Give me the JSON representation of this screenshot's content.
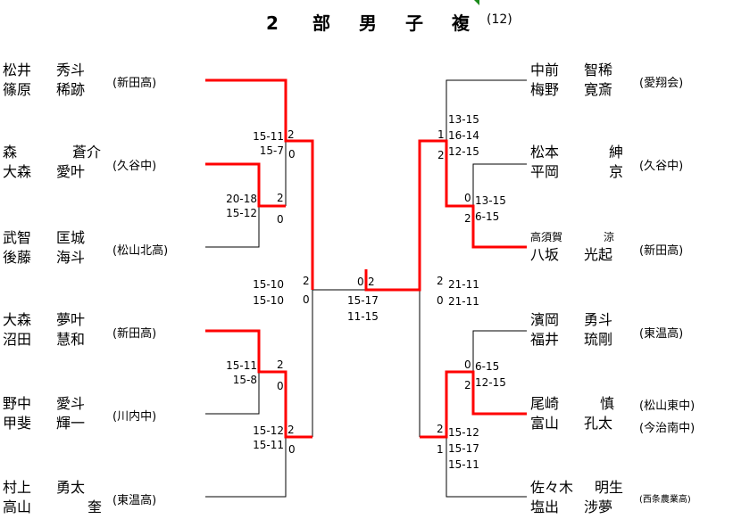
{
  "title": {
    "chars": [
      "2",
      "部",
      "男",
      "子",
      "複"
    ],
    "count": "(12)"
  },
  "colors": {
    "winner_line": "#ff0000",
    "line": "#000000",
    "marker": "#1a8a1a"
  },
  "left": [
    {
      "p1": [
        "松井",
        "秀斗"
      ],
      "p2": [
        "篠原",
        "稀跡"
      ],
      "school": "(新田高)"
    },
    {
      "p1": [
        "森",
        "蒼介"
      ],
      "p2": [
        "大森",
        "愛叶"
      ],
      "school": "(久谷中)"
    },
    {
      "p1": [
        "武智",
        "匡城"
      ],
      "p2": [
        "後藤",
        "海斗"
      ],
      "school": "(松山北高)"
    },
    {
      "p1": [
        "大森",
        "夢叶"
      ],
      "p2": [
        "沼田",
        "慧和"
      ],
      "school": "(新田高)"
    },
    {
      "p1": [
        "野中",
        "愛斗"
      ],
      "p2": [
        "甲斐",
        "輝一"
      ],
      "school": "(川内中)"
    },
    {
      "p1": [
        "村上",
        "勇太"
      ],
      "p2": [
        "高山",
        "奎"
      ],
      "school": "(東温高)"
    }
  ],
  "right": [
    {
      "p1": [
        "中前",
        "智稀"
      ],
      "p2": [
        "梅野",
        "寛斎"
      ],
      "school": "(愛翔会)"
    },
    {
      "p1": [
        "松本",
        "紳"
      ],
      "p2": [
        "平岡",
        "京"
      ],
      "school": "(久谷中)"
    },
    {
      "p1": [
        "高須賀",
        "涼"
      ],
      "p2": [
        "八坂",
        "光起"
      ],
      "school": "(新田高)"
    },
    {
      "p1": [
        "濱岡",
        "勇斗"
      ],
      "p2": [
        "福井",
        "琉剛"
      ],
      "school": "(東温高)"
    },
    {
      "p1": [
        "尾崎",
        "慎"
      ],
      "p2": [
        "富山",
        "孔太"
      ],
      "school1": "(松山東中)",
      "school2": "(今治南中)"
    },
    {
      "p1": [
        "佐々木",
        "明生"
      ],
      "p2": [
        "塩出",
        "涉夢"
      ],
      "school": "(西条農業高)"
    }
  ],
  "matches": {
    "L_r1a": {
      "scores": [
        "20-18",
        "15-12"
      ],
      "games": [
        "2",
        "0"
      ]
    },
    "L_r2a": {
      "scores": [
        "15-11",
        "15-7"
      ],
      "games": [
        "2",
        "0"
      ]
    },
    "L_r1b": {
      "scores": [
        "15-11",
        "15-8"
      ],
      "games": [
        "2",
        "0"
      ]
    },
    "L_r2b": {
      "scores": [
        "15-12",
        "15-11"
      ],
      "games": [
        "2",
        "0"
      ]
    },
    "L_semi": {
      "scores": [
        "15-10",
        "15-10"
      ],
      "games": [
        "2",
        "0"
      ]
    },
    "final": {
      "scores": [
        "15-17",
        "11-15"
      ],
      "games": [
        "0",
        "2"
      ]
    },
    "R_semi": {
      "scores": [
        "21-11",
        "21-11"
      ],
      "games": [
        "2",
        "0"
      ]
    },
    "R_r2a": {
      "scores": [
        "13-15",
        "16-14",
        "12-15"
      ],
      "games": [
        "1",
        "2"
      ]
    },
    "R_r1a": {
      "scores": [
        "13-15",
        "6-15"
      ],
      "games": [
        "0",
        "2"
      ]
    },
    "R_r1b": {
      "scores": [
        "6-15",
        "12-15"
      ],
      "games": [
        "0",
        "2"
      ]
    },
    "R_r2b": {
      "scores": [
        "15-12",
        "15-17",
        "15-11"
      ],
      "games": [
        "2",
        "1"
      ]
    }
  }
}
